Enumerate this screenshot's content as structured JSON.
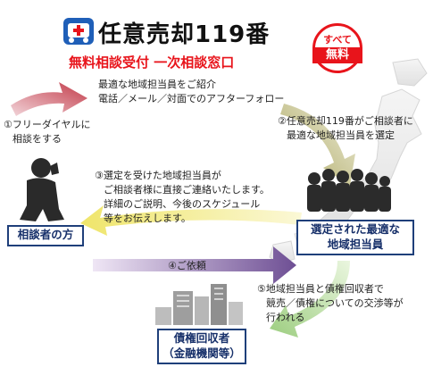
{
  "header": {
    "title": "任意売却119番",
    "subtitle": "無料相談受付 一次相談窓口",
    "badge_top": "すべて",
    "badge_bottom": "無料",
    "logo_icon": "ambulance-icon"
  },
  "top_note": {
    "line1": "最適な地域担当員をご紹介",
    "line2": "電話／メール／対面でのアフターフォロー"
  },
  "steps": {
    "s1_line1": "①フリーダイヤルに",
    "s1_line2": "相談をする",
    "s2_line1": "②任意売却119番がご相談者に",
    "s2_line2": "最適な地域担当員を選定",
    "s3_line1": "③選定を受けた地域担当員が",
    "s3_line2": "ご相談者様に直接ご連絡いたします。",
    "s3_line3": "詳細のご説明、今後のスケジュール",
    "s3_line4": "等をお伝えします。",
    "s4": "④ご依頼",
    "s5_line1": "⑤地域担当員と債権回収者で",
    "s5_line2": "競売／債権についての交渉等が",
    "s5_line3": "行われる"
  },
  "boxes": {
    "consultant": "相談者の方",
    "agent_line1": "選定された最適な",
    "agent_line2": "地域担当員",
    "creditor_line1": "債権回収者",
    "creditor_line2": "（金融機関等）"
  },
  "colors": {
    "red_arrow": "#c23a48",
    "olive_arrow": "#b3b06a",
    "yellow_arrow": "#f1e97a",
    "purple_arrow": "#7a5b9c",
    "green_arrow": "#a6d48a",
    "box_border": "#1f3f7a",
    "brand_red": "#e8141b"
  }
}
